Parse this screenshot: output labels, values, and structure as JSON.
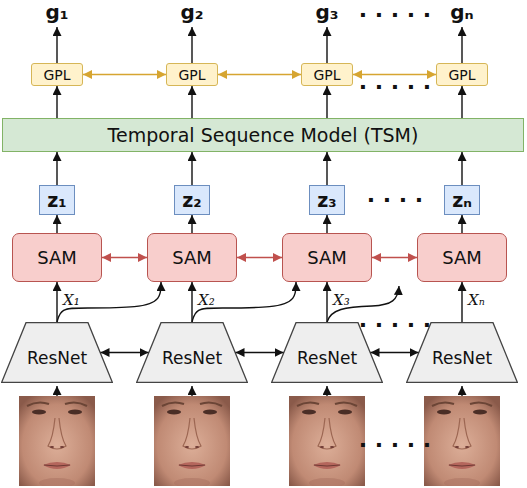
{
  "diagram": {
    "nodes": [
      {
        "text": [
          "GPL"
        ]
      },
      {
        "text": [
          "GPL"
        ]
      },
      {
        "text": [
          "GPL"
        ]
      },
      {
        "text": [
          "GPL"
        ]
      },
      {
        "text": [
          "Temporal Sequence Model (TSM)"
        ]
      },
      {
        "text": [
          "z₁"
        ]
      },
      {
        "text": [
          "z₂"
        ]
      },
      {
        "text": [
          "z₃"
        ]
      },
      {
        "text": [
          "zₙ"
        ]
      },
      {
        "text": [
          "SAM"
        ]
      },
      {
        "text": [
          "SAM"
        ]
      },
      {
        "text": [
          "SAM"
        ]
      },
      {
        "text": [
          "SAM"
        ]
      },
      {
        "text": [
          "ResNet"
        ]
      },
      {
        "text": [
          "ResNet"
        ]
      },
      {
        "text": [
          "ResNet"
        ]
      },
      {
        "text": [
          "ResNet"
        ]
      }
    ],
    "edges": [
      {
        "from": 0,
        "to": 1,
        "arrow": "both"
      },
      {
        "from": 1,
        "to": 2,
        "arrow": "both"
      },
      {
        "from": 2,
        "to": 3,
        "arrow": "both"
      },
      {
        "from": 4,
        "to": 0,
        "arrow": "to"
      },
      {
        "from": 4,
        "to": 1,
        "arrow": "to"
      },
      {
        "from": 4,
        "to": 2,
        "arrow": "to"
      },
      {
        "from": 4,
        "to": 3,
        "arrow": "to"
      },
      {
        "from": 5,
        "to": 4,
        "arrow": "to"
      },
      {
        "from": 6,
        "to": 4,
        "arrow": "to"
      },
      {
        "from": 7,
        "to": 4,
        "arrow": "to"
      },
      {
        "from": 8,
        "to": 4,
        "arrow": "to"
      },
      {
        "from": 9,
        "to": 5,
        "arrow": "to"
      },
      {
        "from": 10,
        "to": 6,
        "arrow": "to"
      },
      {
        "from": 11,
        "to": 7,
        "arrow": "to"
      },
      {
        "from": 12,
        "to": 8,
        "arrow": "to"
      },
      {
        "from": 9,
        "to": 10,
        "arrow": "both"
      },
      {
        "from": 10,
        "to": 11,
        "arrow": "both"
      },
      {
        "from": 11,
        "to": 12,
        "arrow": "both"
      },
      {
        "from": 13,
        "to": 9,
        "label": "X₁",
        "arrow": "to"
      },
      {
        "from": 14,
        "to": 10,
        "label": "X₂",
        "arrow": "to"
      },
      {
        "from": 15,
        "to": 11,
        "label": "X₃",
        "arrow": "to"
      },
      {
        "from": 16,
        "to": 12,
        "label": "Xₙ",
        "arrow": "to"
      },
      {
        "from": 13,
        "to": 10,
        "arrow": "to"
      },
      {
        "from": 14,
        "to": 11,
        "arrow": "to"
      },
      {
        "from": 13,
        "to": 14,
        "arrow": "both"
      },
      {
        "from": 14,
        "to": 15,
        "arrow": "both"
      },
      {
        "from": 15,
        "to": 16,
        "arrow": "both"
      }
    ],
    "labels": [
      "g₁",
      "g₂",
      "g₃",
      "· · · · ·",
      "gₙ",
      "· · · · ·",
      "· · · ·",
      "· · · · ·",
      "· · · · ·"
    ]
  }
}
